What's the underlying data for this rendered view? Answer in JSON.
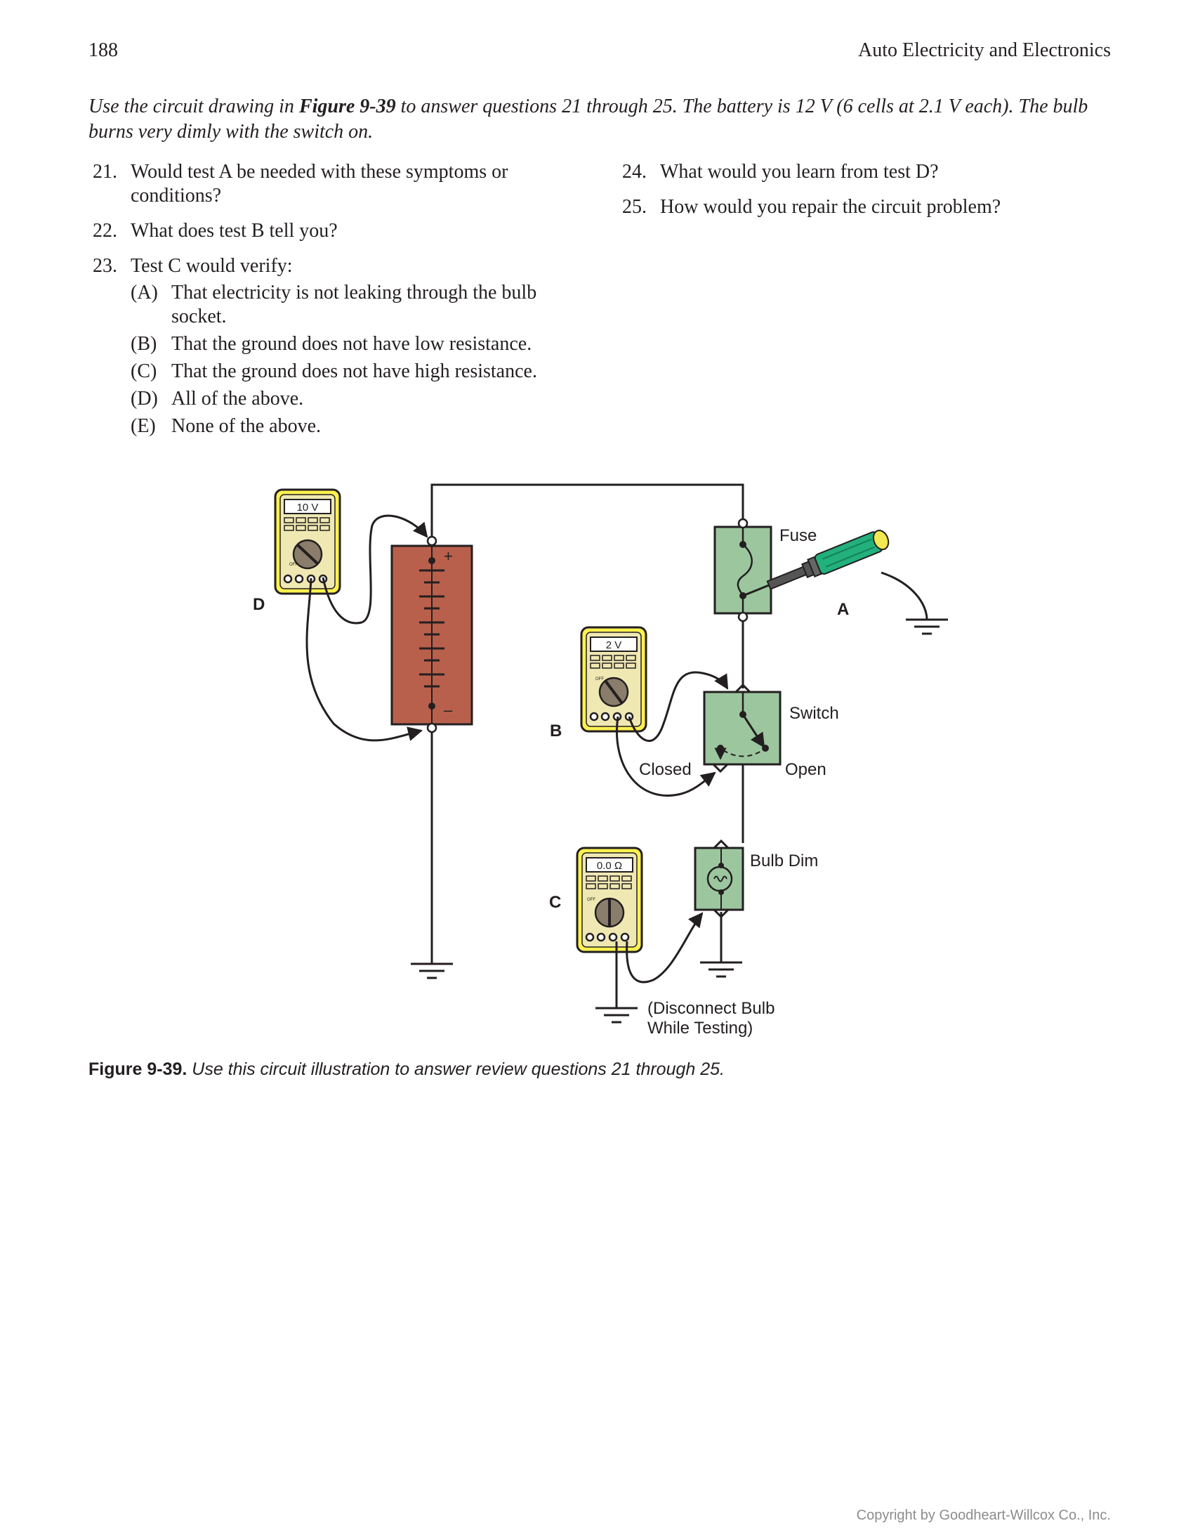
{
  "header": {
    "page_number": "188",
    "running_head": "Auto Electricity and Electronics"
  },
  "intro": {
    "before": "Use the circuit drawing in ",
    "figure_ref": "Figure 9-39",
    "after": " to answer questions 21 through 25. The battery is 12 V (6 cells at 2.1 V each). The bulb burns very dimly with the switch on."
  },
  "questions_left": [
    {
      "number": "21.",
      "text": "Would test A be needed with these symptoms or conditions?"
    },
    {
      "number": "22.",
      "text": "What does test B tell you?"
    },
    {
      "number": "23.",
      "text": "Test C would verify:"
    }
  ],
  "q23_choices": [
    {
      "letter": "(A)",
      "text": "That electricity is not leaking through the bulb socket."
    },
    {
      "letter": "(B)",
      "text": "That the ground does not have low resistance."
    },
    {
      "letter": "(C)",
      "text": "That the ground does not have high resistance."
    },
    {
      "letter": "(D)",
      "text": "All of the above."
    },
    {
      "letter": "(E)",
      "text": "None of the above."
    }
  ],
  "questions_right": [
    {
      "number": "24.",
      "text": "What would you learn from test D?"
    },
    {
      "number": "25.",
      "text": "How would you repair the circuit problem?"
    }
  ],
  "figure": {
    "meter_d_display": "10 V",
    "meter_b_display": "2 V",
    "meter_c_display": "0.0 Ω",
    "meter_off": "OFF",
    "label_d": "D",
    "label_b": "B",
    "label_c": "C",
    "label_a": "A",
    "battery_plus": "+",
    "battery_minus": "–",
    "fuse_label": "Fuse",
    "switch_label": "Switch",
    "closed_label": "Closed",
    "open_label": "Open",
    "bulb_label": "Bulb Dim",
    "disconnect_line1": "(Disconnect Bulb",
    "disconnect_line2": "While Testing)"
  },
  "caption": {
    "title": "Figure 9-39.",
    "text": "Use this circuit illustration to answer review questions 21 through 25."
  },
  "copyright": "Copyright by Goodheart-Willcox Co., Inc.",
  "colors": {
    "battery": "#b8604c",
    "component_green": "#9cc69e",
    "meter_yellow": "#fef14f",
    "meter_body": "#efe8b2",
    "probe_green": "#22b07d",
    "probe_tip": "#f2e84f"
  }
}
